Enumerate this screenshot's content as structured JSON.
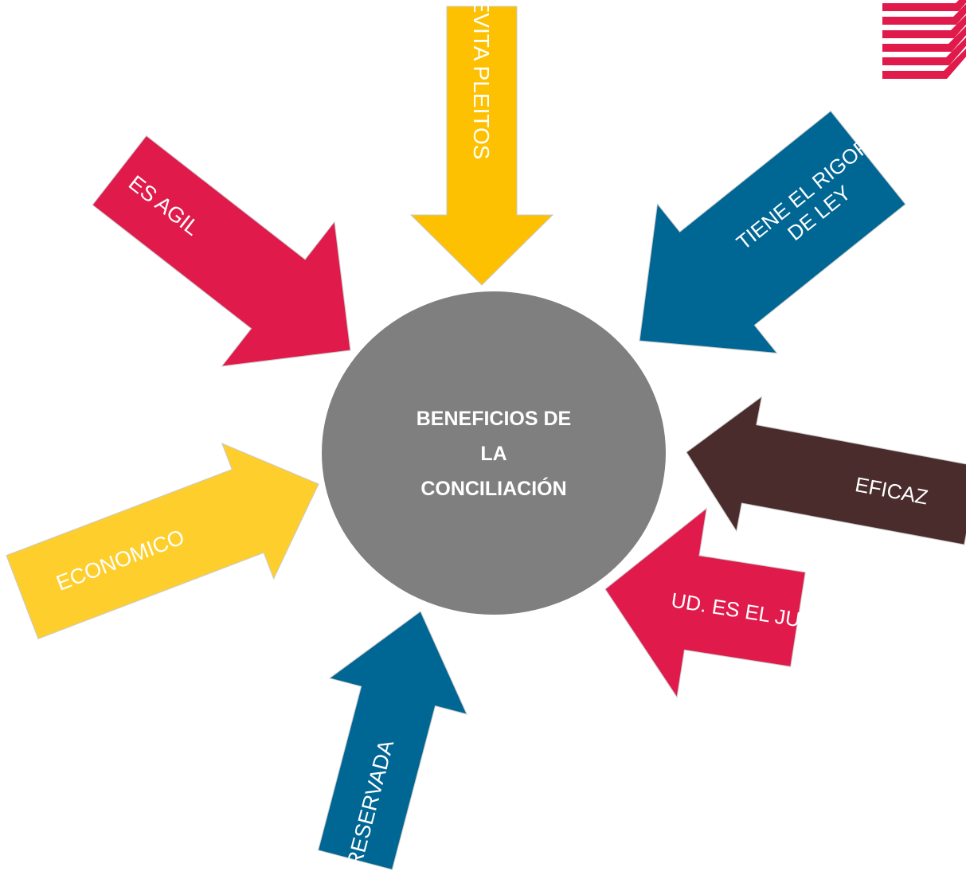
{
  "center": {
    "lines": [
      "BENEFICIOS DE",
      "LA",
      "CONCILIACIÓN"
    ],
    "color": "#7f7f7f"
  },
  "arrows": [
    {
      "id": "evita-pleitos",
      "lines": [
        "EVITA PLEITOS"
      ],
      "color": "#fdc101"
    },
    {
      "id": "tiene-rigor",
      "lines": [
        "TIENE EL RIGOR",
        "DE LEY"
      ],
      "color": "#006694"
    },
    {
      "id": "eficaz",
      "lines": [
        "EFICAZ"
      ],
      "color": "#4a2c2c"
    },
    {
      "id": "ud-es-el-juez",
      "lines": [
        "UD. ES EL JUEZ"
      ],
      "color": "#e01a4a"
    },
    {
      "id": "es-reservada",
      "lines": [
        "ES RESERVADA"
      ],
      "color": "#006694"
    },
    {
      "id": "economico",
      "lines": [
        "ECONOMICO"
      ],
      "color": "#fecf2c"
    },
    {
      "id": "es-agil",
      "lines": [
        "ES AGIL"
      ],
      "color": "#e01a4a"
    }
  ],
  "logo": {
    "color": "#e01a4a"
  }
}
